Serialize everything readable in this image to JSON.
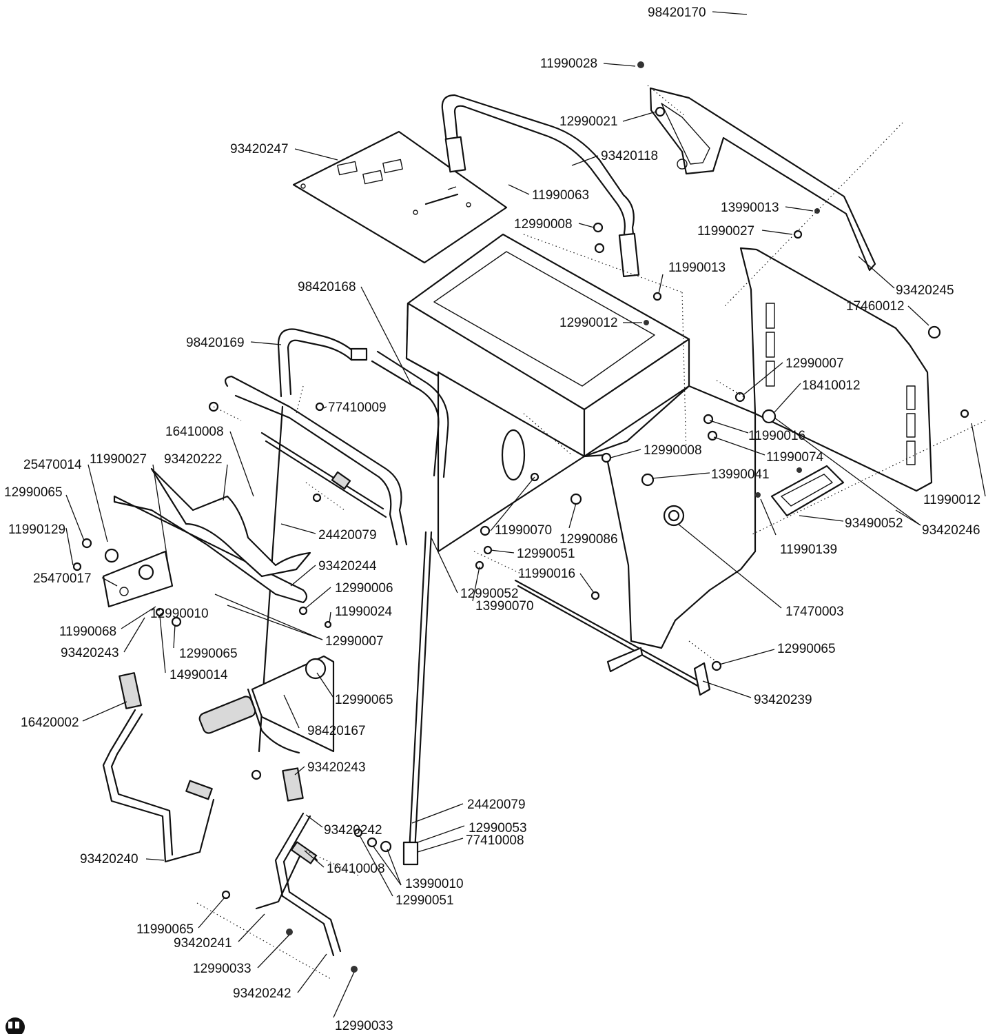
{
  "labels": [
    "98420170",
    "11990028",
    "12990021",
    "93420247",
    "93420118",
    "11990063",
    "12990008",
    "13990013",
    "11990027",
    "93420245",
    "11990013",
    "98420168",
    "12990012",
    "17460012",
    "98420169",
    "12990007",
    "18410012",
    "77410009",
    "11990016",
    "16410008",
    "12990008",
    "11990074",
    "25470014",
    "11990027",
    "93420222",
    "13990041",
    "12990065",
    "11990012",
    "11990129",
    "24420079",
    "11990070",
    "12990086",
    "93490052",
    "93420246",
    "12990051",
    "11990139",
    "25470017",
    "93420244",
    "12990052",
    "13990070",
    "11990016",
    "12990006",
    "17470003",
    "11990068",
    "12990010",
    "11990024",
    "12990007",
    "93420243",
    "12990065",
    "12990065",
    "14990014",
    "93420239",
    "12990065",
    "16420002",
    "98420167",
    "93420243",
    "24420079",
    "12990053",
    "93420242",
    "77410008",
    "93420240",
    "16410008",
    "13990010",
    "12990051",
    "11990065",
    "93420241",
    "12990033",
    "93420242",
    "12990033"
  ],
  "logo": {
    "icon": "manufacturer-logo-icon"
  }
}
